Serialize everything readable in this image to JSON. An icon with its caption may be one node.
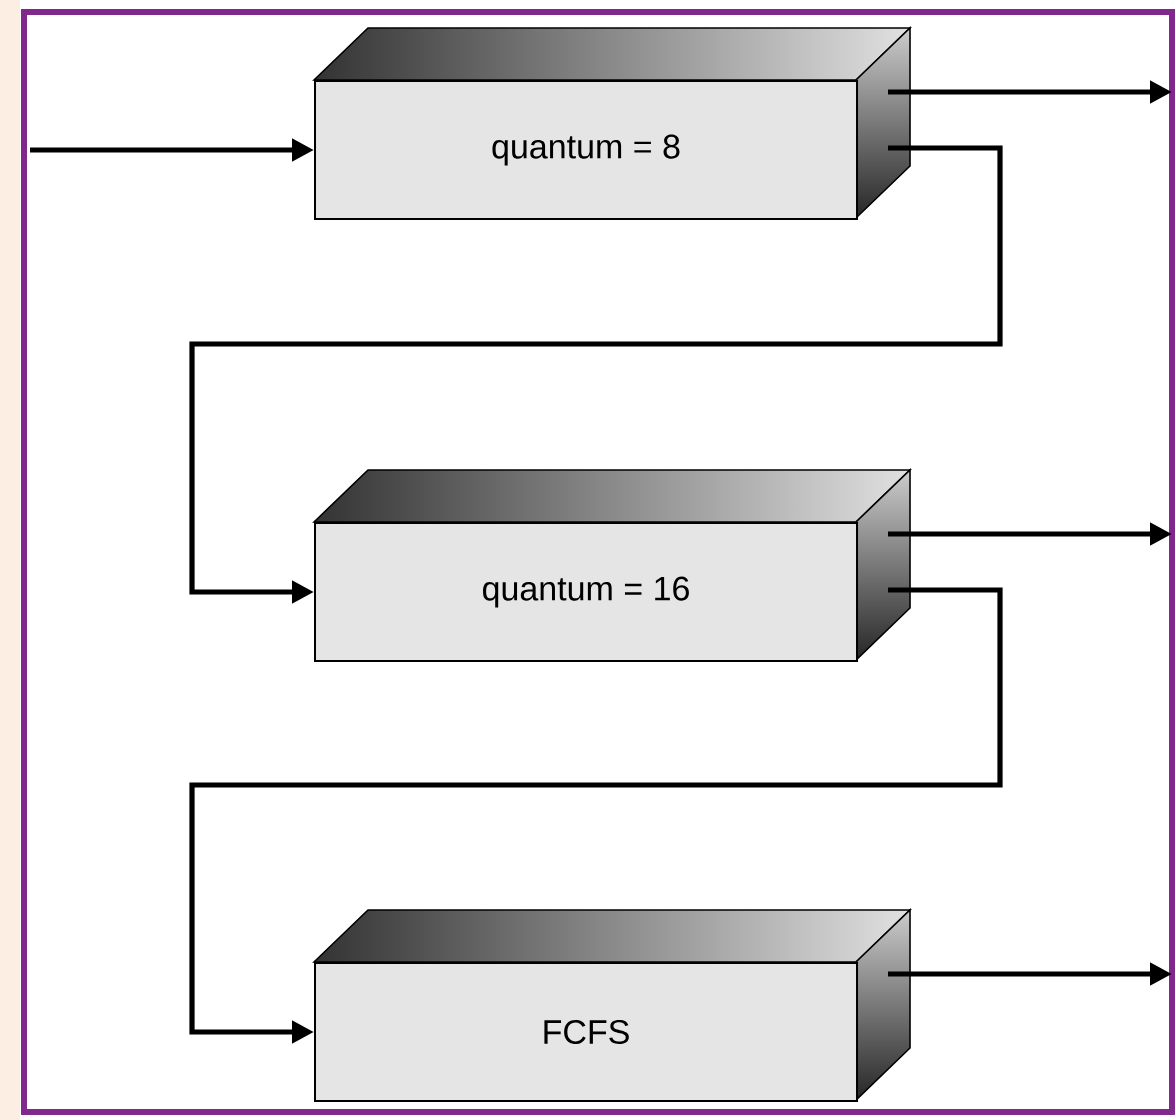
{
  "diagram": {
    "nodes": [
      {
        "text": [
          "quantum = 8"
        ]
      },
      {
        "text": [
          "quantum = 16"
        ]
      },
      {
        "text": [
          "FCFS"
        ]
      }
    ],
    "edges": [
      {
        "from": null,
        "to": 0,
        "arrow": "to"
      },
      {
        "from": 0,
        "to": null,
        "arrow": "to"
      },
      {
        "from": 0,
        "to": 1,
        "arrow": "to"
      },
      {
        "from": 1,
        "to": null,
        "arrow": "to"
      },
      {
        "from": 1,
        "to": 2,
        "arrow": "to"
      },
      {
        "from": 2,
        "to": null,
        "arrow": "to"
      }
    ]
  }
}
